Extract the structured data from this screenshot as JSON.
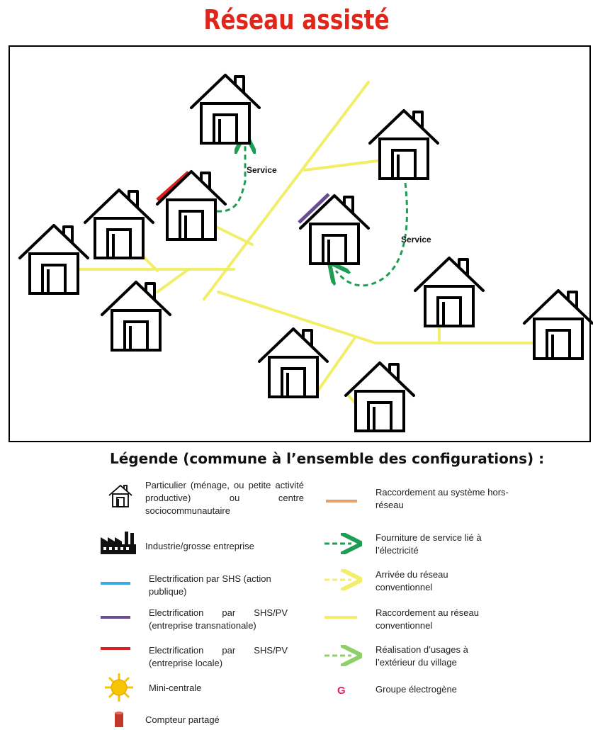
{
  "title": "Réseau assisté",
  "diagram": {
    "service_label_1": "Service",
    "service_label_2": "Service"
  },
  "legend": {
    "title": "Légende (commune à l’ensemble des configurations) :",
    "house": "Particulier (ménage, ou petite activité productive) ou centre sociocommunautaire",
    "industry": "Industrie/grosse entreprise",
    "shs_public": "Electrification par SHS (action publique)",
    "shs_transnational": "Electrification par SHS/PV (entreprise transnationale)",
    "shs_local": "Electrification par SHS/PV (entreprise locale)",
    "mini_central": "Mini-centrale",
    "shared_meter": "Compteur partagé",
    "offgrid": "Raccordement au système hors-réseau",
    "service_supply": "Fourniture de service lié à l’électricité",
    "grid_arrival": "Arrivée du réseau conventionnel",
    "grid_connection": "Raccordement au réseau conventionnel",
    "outside_usage": "Réalisation d’usages à l’extérieur du village",
    "generator_symbol": "G",
    "generator": "Groupe électrogène"
  },
  "colors": {
    "title": "#e0251b",
    "grid_yellow": "#f2ee6a",
    "service_green": "#1f9d55",
    "outside_green": "#8fcf6a",
    "shs_blue": "#3aa9e0",
    "shs_purple": "#6a4c93",
    "shs_red": "#d9201e",
    "offgrid_orange": "#e3a06b",
    "generator_pink": "#e0226e",
    "meter_red": "#c0392b",
    "sun_yellow": "#f7c400"
  }
}
